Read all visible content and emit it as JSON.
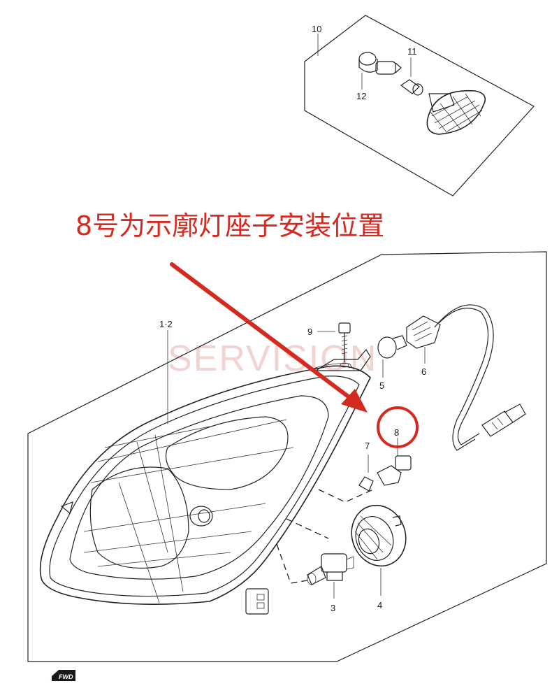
{
  "headline": "8号为示廓灯座子安装位置",
  "watermark": "SERVISION",
  "fwd_label": "FWD",
  "callouts": {
    "p1": "1·2",
    "p3": "3",
    "p4": "4",
    "p5": "5",
    "p6": "6",
    "p7": "7",
    "p8": "8",
    "p9": "9",
    "p10": "10",
    "p11": "11",
    "p12": "12"
  },
  "colors": {
    "annotation": "#d42a1f",
    "line": "#222222",
    "watermark": "#f3d2d2"
  }
}
